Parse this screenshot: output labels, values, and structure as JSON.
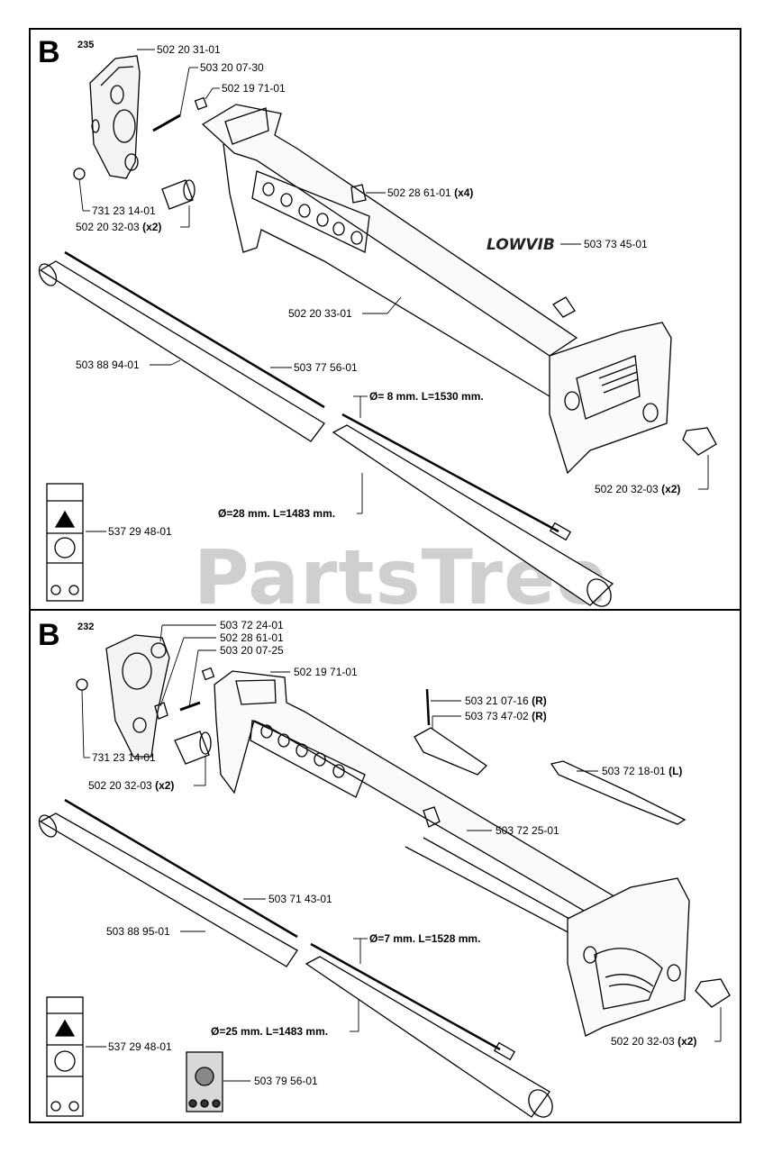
{
  "watermark": "PartsTree",
  "logo_text": "LOWVIB",
  "sections": [
    {
      "letter": "B",
      "model": "235",
      "labels": [
        {
          "id": "a1",
          "text": "502 20 31-01"
        },
        {
          "id": "a2",
          "text": "503 20 07-30"
        },
        {
          "id": "a3",
          "text": "502 19 71-01"
        },
        {
          "id": "a4",
          "text": "502 28 61-01",
          "suffix": " (x4)"
        },
        {
          "id": "a5",
          "text": "731 23 14-01"
        },
        {
          "id": "a6",
          "text": "502 20 32-03",
          "suffix": " (x2)"
        },
        {
          "id": "a7",
          "text": "503 73 45-01"
        },
        {
          "id": "a8",
          "text": "502 20 33-01"
        },
        {
          "id": "a9",
          "text": "503 88 94-01"
        },
        {
          "id": "a10",
          "text": "503 77 56-01"
        },
        {
          "id": "a11",
          "text": "502 20 32-03",
          "suffix": " (x2)"
        },
        {
          "id": "a12",
          "text": "537 29 48-01"
        }
      ],
      "dimensions": [
        "Ø= 8 mm. L=1530 mm.",
        "Ø=28 mm. L=1483 mm."
      ]
    },
    {
      "letter": "B",
      "model": "232",
      "labels": [
        {
          "id": "b1",
          "text": "503 72 24-01"
        },
        {
          "id": "b2",
          "text": "502 28 61-01"
        },
        {
          "id": "b3",
          "text": "503 20 07-25"
        },
        {
          "id": "b4",
          "text": "502 19 71-01"
        },
        {
          "id": "b5",
          "text": "503 21 07-16",
          "suffix": " (R)"
        },
        {
          "id": "b6",
          "text": "503 73 47-02",
          "suffix": " (R)"
        },
        {
          "id": "b7",
          "text": "503 72 18-01",
          "suffix": " (L)"
        },
        {
          "id": "b8",
          "text": "731 23 14-01"
        },
        {
          "id": "b9",
          "text": "502 20 32-03",
          "suffix": " (x2)"
        },
        {
          "id": "b10",
          "text": "503 72 25-01"
        },
        {
          "id": "b11",
          "text": "503 71 43-01"
        },
        {
          "id": "b12",
          "text": "503 88 95-01"
        },
        {
          "id": "b13",
          "text": "537 29 48-01"
        },
        {
          "id": "b14",
          "text": "503 79 56-01"
        },
        {
          "id": "b15",
          "text": "502 20 32-03",
          "suffix": " (x2)"
        }
      ],
      "dimensions": [
        "Ø=7 mm. L=1528 mm.",
        "Ø=25 mm. L=1483 mm."
      ]
    }
  ]
}
